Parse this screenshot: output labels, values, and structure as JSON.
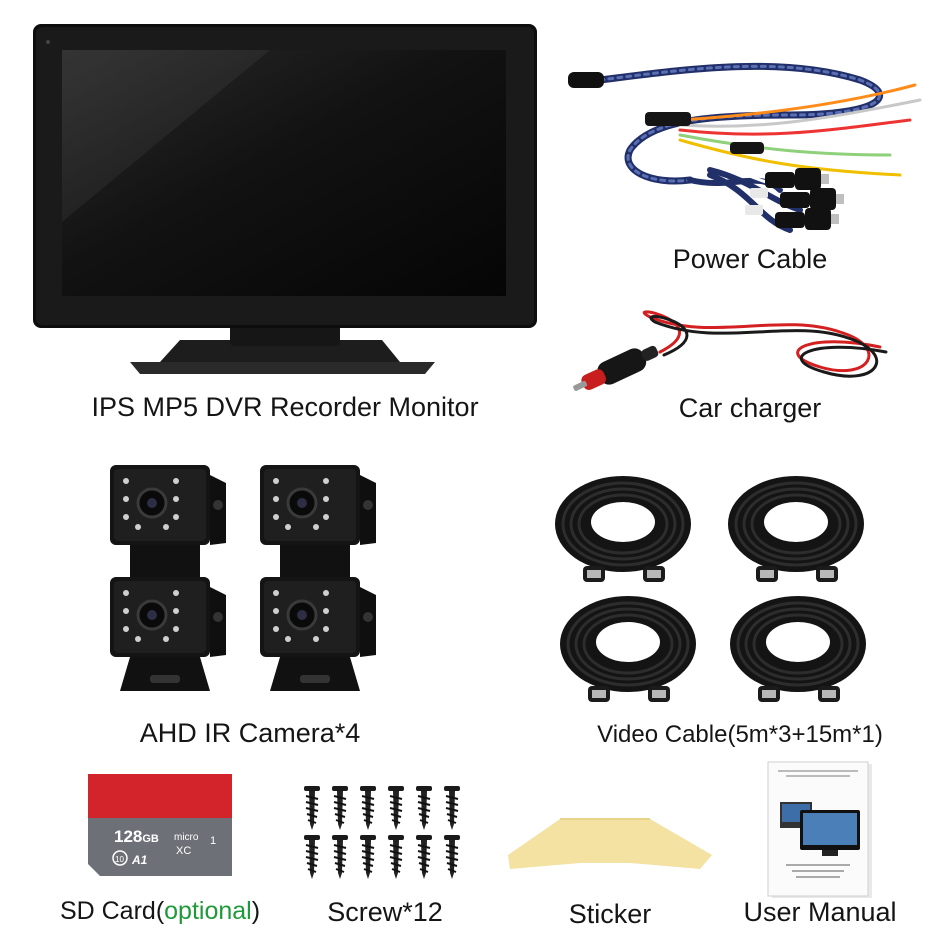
{
  "items": {
    "monitor": {
      "label": "IPS MP5 DVR Recorder Monitor"
    },
    "power_cable": {
      "label": "Power Cable"
    },
    "car_charger": {
      "label": "Car charger"
    },
    "cameras": {
      "label": "AHD IR Camera*4"
    },
    "video_cable": {
      "label": "Video Cable",
      "spec": "(5m*3+15m*1)"
    },
    "sd_card": {
      "label": "SD Card",
      "optional_paren_open": "(",
      "optional": "optional",
      "optional_paren_close": ")",
      "capacity": "128",
      "capacity_unit": "GB",
      "brand": "micro",
      "xc": "XC",
      "class_mark": "10",
      "app_class": "A1",
      "uhs": "1"
    },
    "screws": {
      "label": "Screw*12"
    },
    "sticker": {
      "label": "Sticker"
    },
    "manual": {
      "label": "User Manual"
    }
  },
  "colors": {
    "optional_text": "#1f9a3a",
    "sd_red": "#d3232b",
    "sd_gray": "#6e7077",
    "sticker": "#f3e2a2"
  },
  "icons": [
    "monitor-image",
    "power-cable-image",
    "car-charger-image",
    "camera-image",
    "video-cable-image",
    "sd-card-image",
    "screw-icon",
    "sticker-image",
    "manual-image"
  ]
}
